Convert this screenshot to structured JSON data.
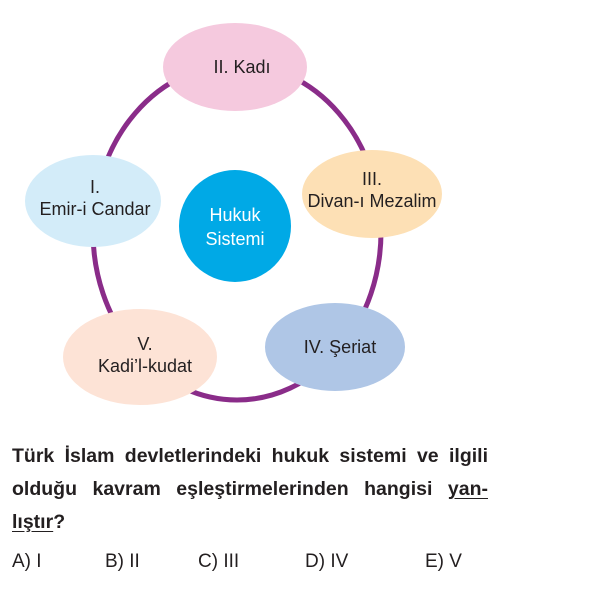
{
  "diagram": {
    "center": {
      "line1": "Hukuk",
      "line2": "Sistemi",
      "color": "#00a9e6"
    },
    "ring_color": "#8a2c89",
    "nodes": [
      {
        "numeral": "I.",
        "label": "Emir-i Candar",
        "color": "#d3ecf9"
      },
      {
        "numeral": "II.",
        "label": "Kadı",
        "color": "#f5c9de"
      },
      {
        "numeral": "III.",
        "label": "Divan-ı Mezalim",
        "color": "#fde0b5"
      },
      {
        "numeral": "IV.",
        "label": "Şeriat",
        "color": "#afc6e6"
      },
      {
        "numeral": "V.",
        "label": "Kadi’l-kudat",
        "color": "#fde3d6"
      }
    ]
  },
  "question": {
    "text": "Türk İslam devletlerindeki hukuk sistemi ve ilgili olduğu kavram eşleştirmelerinden hangisi ",
    "emphasis": "yan-lıştır",
    "end": "?"
  },
  "options": [
    "A) I",
    "B) II",
    "C) III",
    "D) IV",
    "E) V"
  ]
}
